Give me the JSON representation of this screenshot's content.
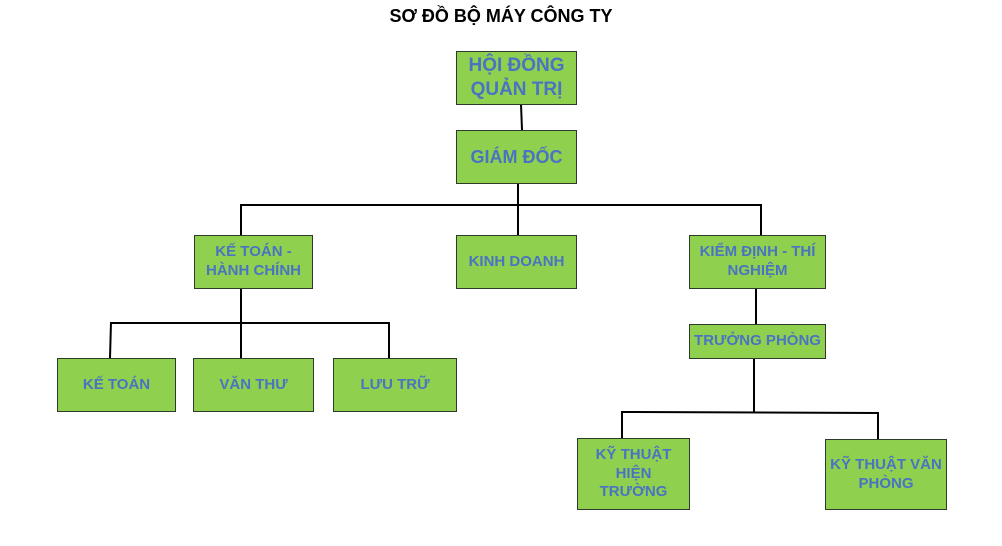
{
  "title": "SƠ ĐỒ BỘ MÁY CÔNG TY",
  "nodes": {
    "board": "HỘI ĐỒNG QUẢN TRỊ",
    "director": "GIÁM ĐỐC",
    "accounting_admin": "KẾ TOÁN - HÀNH CHÍNH",
    "sales": "KINH DOANH",
    "inspection": "KIỂM ĐỊNH - THÍ NGHIỆM",
    "accountant": "KẾ TOÁN",
    "clerical": "VĂN THƯ",
    "archive": "LƯU TRỮ",
    "head_of_dept": "TRƯỞNG PHÒNG",
    "field_tech": "KỸ THUẬT HIỆN TRƯỜNG",
    "office_tech": "KỸ THUẬT VĂN PHÒNG"
  },
  "colors": {
    "box_fill": "#8fd14f",
    "box_text": "#4a73c2",
    "connector": "#000000"
  }
}
